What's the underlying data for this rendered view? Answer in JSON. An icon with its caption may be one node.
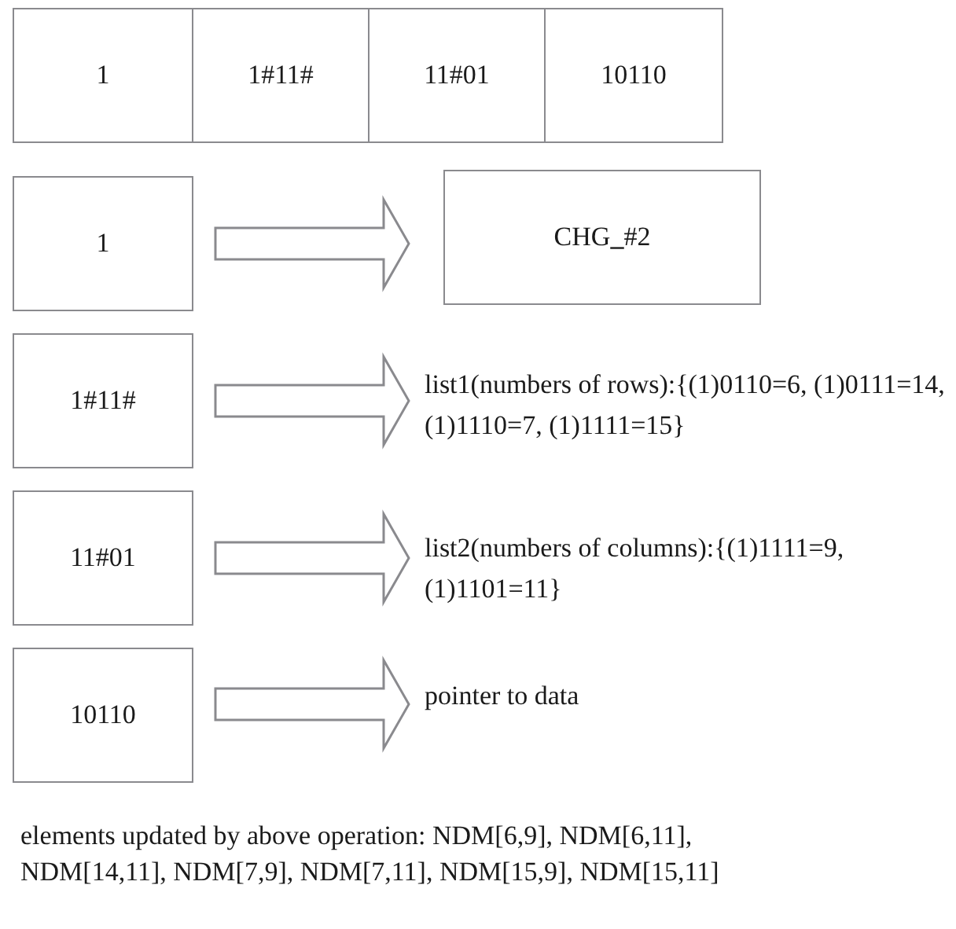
{
  "diagram": {
    "nodes": [
      {
        "text": [
          "1"
        ]
      },
      {
        "text": [
          "1#11#"
        ]
      },
      {
        "text": [
          "11#01"
        ]
      },
      {
        "text": [
          "10110"
        ]
      },
      {
        "text": [
          "1"
        ]
      },
      {
        "text": [
          "CHG**_**#2"
        ]
      },
      {
        "text": [
          "1#11#"
        ]
      },
      {
        "text": [
          "list1(numbers of rows):{(1)0110=6, (1)0111=14, (1)1110=7, (1)1111=15}"
        ]
      },
      {
        "text": [
          "11#01"
        ]
      },
      {
        "text": [
          "list2(numbers of columns):{(1)1111=9, (1)1101=11}"
        ]
      },
      {
        "text": [
          "10110"
        ]
      },
      {
        "text": [
          "pointer to data"
        ]
      }
    ],
    "edges": [
      {
        "from": 4,
        "to": 5,
        "arrow": "to"
      },
      {
        "from": 6,
        "to": 7,
        "arrow": "to"
      },
      {
        "from": 8,
        "to": 9,
        "arrow": "to"
      },
      {
        "from": 10,
        "to": 11,
        "arrow": "to"
      }
    ],
    "labels": [
      "elements updated by above operation: NDM[6,9], NDM[6,11], NDM[14,11], NDM[7,9], NDM[7,11], NDM[15,9], NDM[15,11]"
    ]
  }
}
